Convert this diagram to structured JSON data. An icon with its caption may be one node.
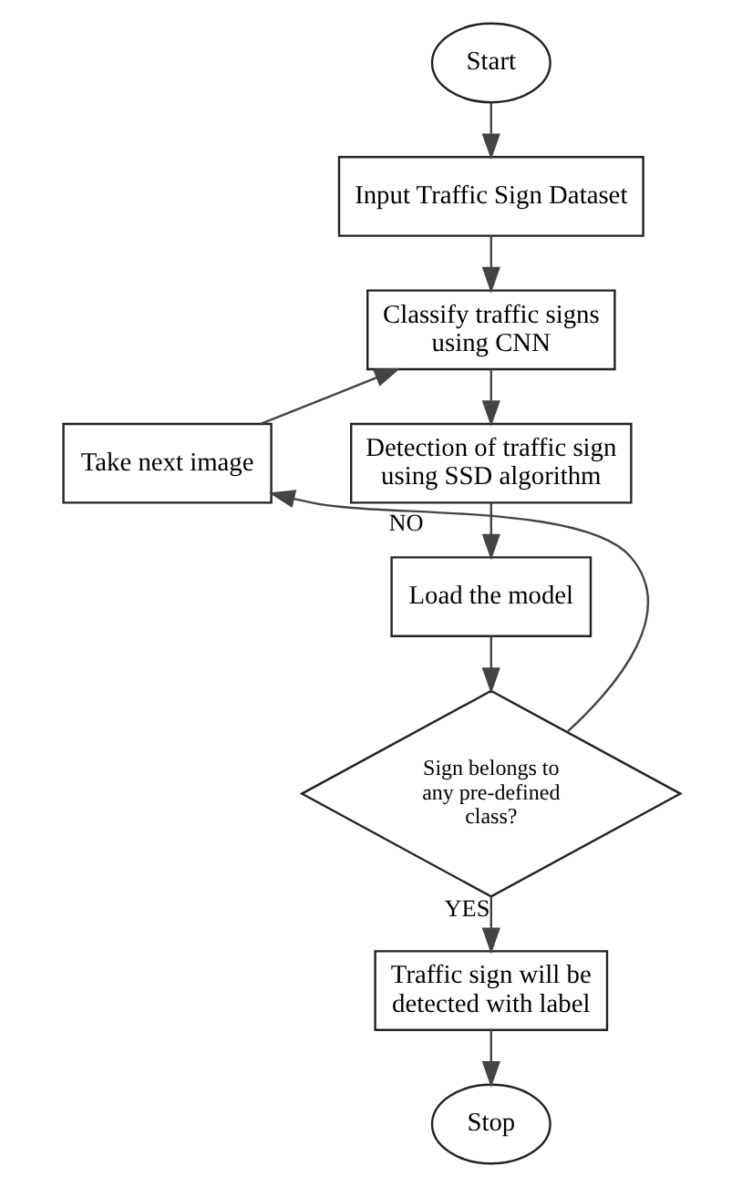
{
  "diagram": {
    "nodes": [
      {
        "text": [
          "Start"
        ]
      },
      {
        "text": [
          "Input Traffic Sign Dataset"
        ]
      },
      {
        "text": [
          "Classify traffic signs using CNN"
        ]
      },
      {
        "text": [
          "Detection of traffic sign using SSD algorithm"
        ]
      },
      {
        "text": [
          "Load the model"
        ]
      },
      {
        "text": [
          "Take next image"
        ]
      },
      {
        "text": [
          "Sign belongs to any pre-defined class?"
        ]
      },
      {
        "text": [
          "Traffic sign will be detected with label"
        ]
      },
      {
        "text": [
          "Stop"
        ]
      }
    ],
    "edges": [
      {
        "from": 0,
        "to": 1,
        "arrow": "to"
      },
      {
        "from": 1,
        "to": 2,
        "arrow": "to"
      },
      {
        "from": 2,
        "to": 3,
        "arrow": "to"
      },
      {
        "from": 3,
        "to": 4,
        "arrow": "to"
      },
      {
        "from": 4,
        "to": 6,
        "arrow": "to"
      },
      {
        "from": 6,
        "to": 5,
        "arrow": "to",
        "label": "NO"
      },
      {
        "from": 5,
        "to": 2,
        "arrow": "to"
      },
      {
        "from": 6,
        "to": 7,
        "arrow": "to",
        "label": "YES"
      },
      {
        "from": 7,
        "to": 8,
        "arrow": "to"
      }
    ]
  }
}
